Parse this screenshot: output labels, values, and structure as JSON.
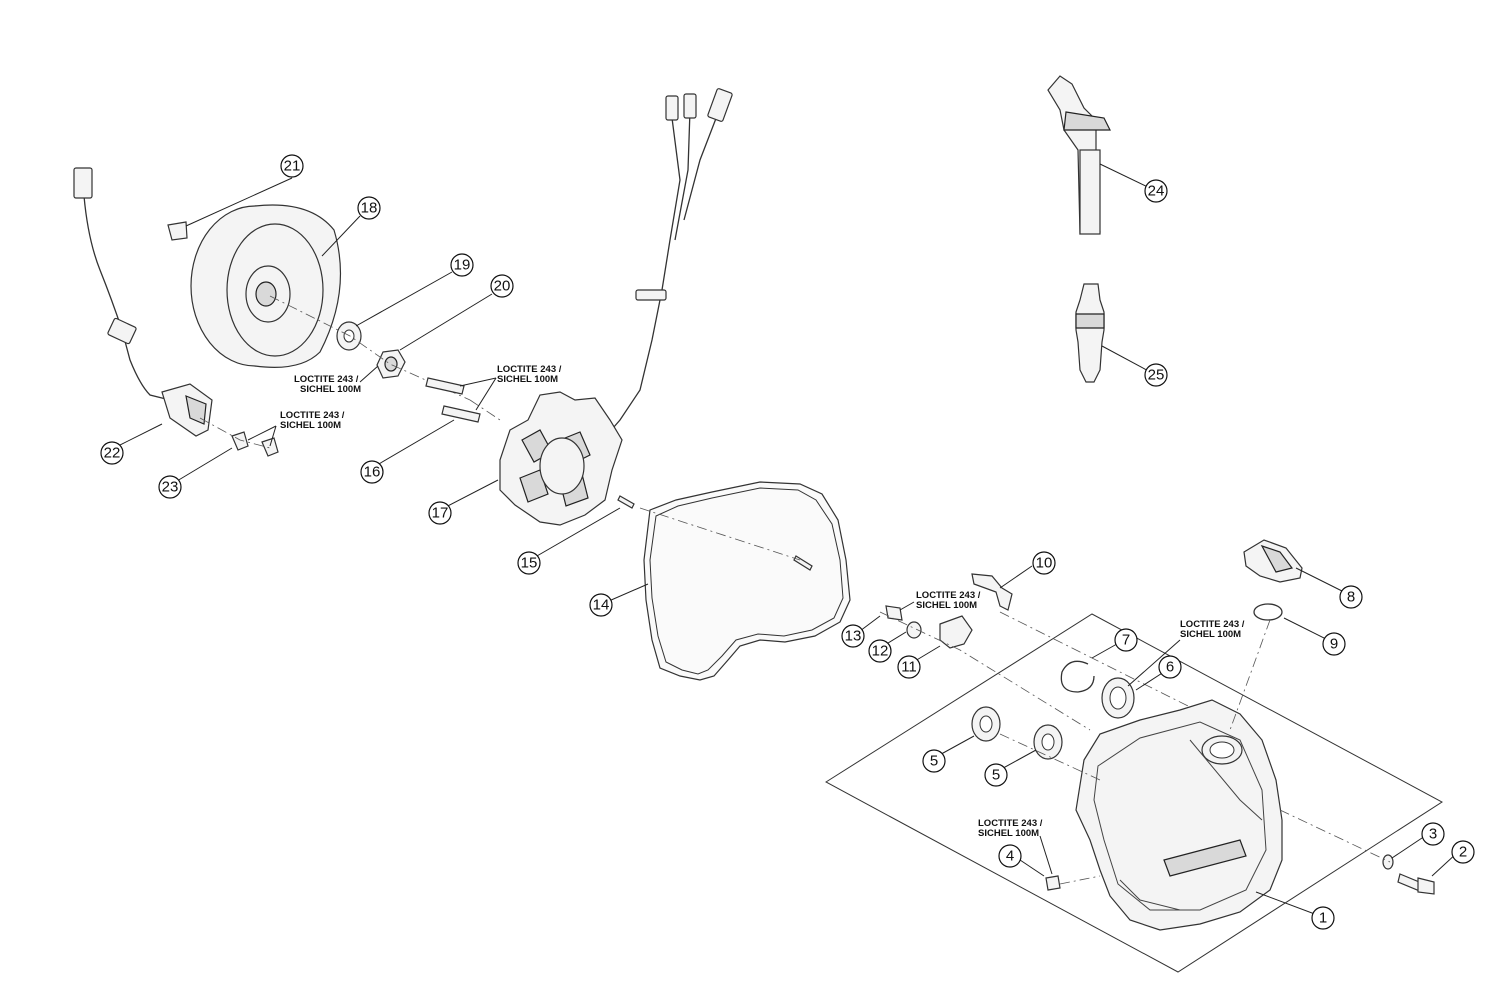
{
  "diagram": {
    "loctite_line1": "LOCTITE 243 /",
    "loctite_line2": "SICHEL 100M",
    "callouts": {
      "c1": "1",
      "c2": "2",
      "c3": "3",
      "c4": "4",
      "c5a": "5",
      "c5b": "5",
      "c6": "6",
      "c7": "7",
      "c8": "8",
      "c9": "9",
      "c10": "10",
      "c11": "11",
      "c12": "12",
      "c13": "13",
      "c14": "14",
      "c15": "15",
      "c16": "16",
      "c17": "17",
      "c18": "18",
      "c19": "19",
      "c20": "20",
      "c21": "21",
      "c22": "22",
      "c23": "23",
      "c24": "24",
      "c25": "25"
    }
  }
}
